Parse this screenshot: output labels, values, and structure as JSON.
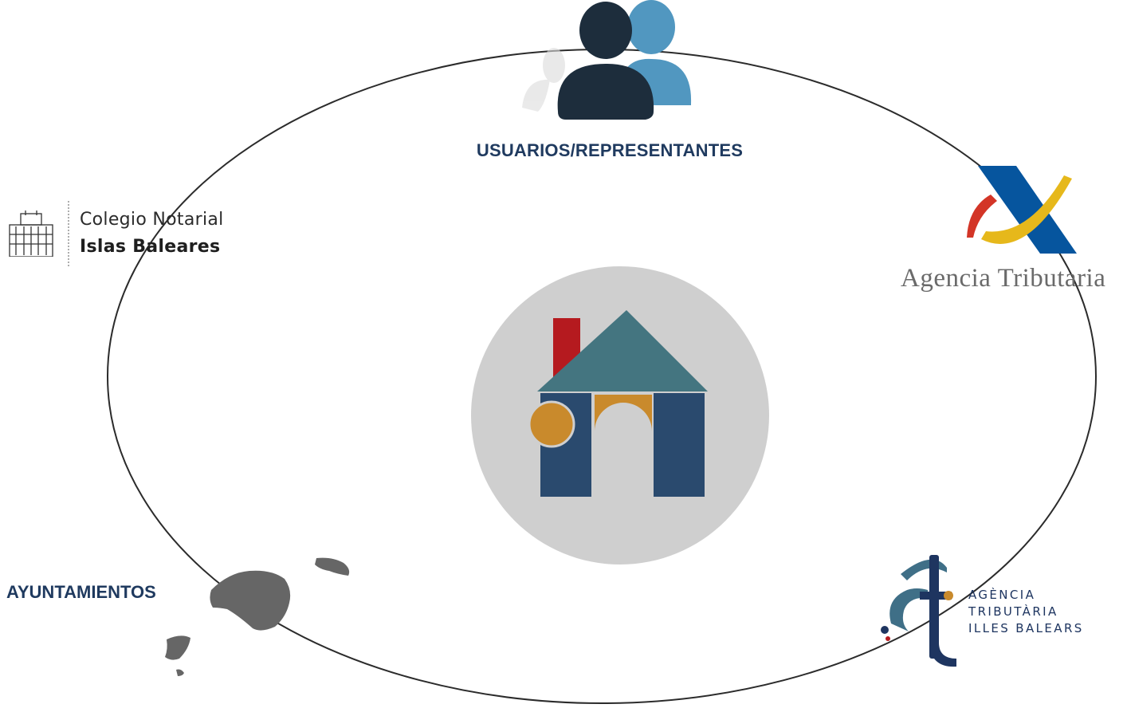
{
  "diagram": {
    "top_label": "USUARIOS/REPRESENTANTES",
    "left_label": "AYUNTAMIENTOS"
  },
  "logos": {
    "notarial": {
      "line1": "Colegio Notarial",
      "line2": "Islas Baleares"
    },
    "agencia_tributaria": {
      "text": "Agencia Tributaria"
    },
    "atib": {
      "line1": "AGÈNCIA",
      "line2": "TRIBUTÀRIA",
      "line3": "ILLES BALEARS"
    }
  },
  "colors": {
    "navy": "#2a4a6e",
    "teal": "#447580",
    "gold": "#c98a2c",
    "red": "#b51a1f",
    "circle_grey": "#cfcfcf",
    "user_dark": "#1d2d3c",
    "user_blue": "#5197c0",
    "aeat_blue": "#06559e",
    "aeat_yellow": "#e6b81b",
    "aeat_red": "#d33527",
    "islands_grey": "#666666"
  },
  "icons": [
    "users-icon",
    "house-icon",
    "islands-map-icon",
    "building-icon"
  ]
}
